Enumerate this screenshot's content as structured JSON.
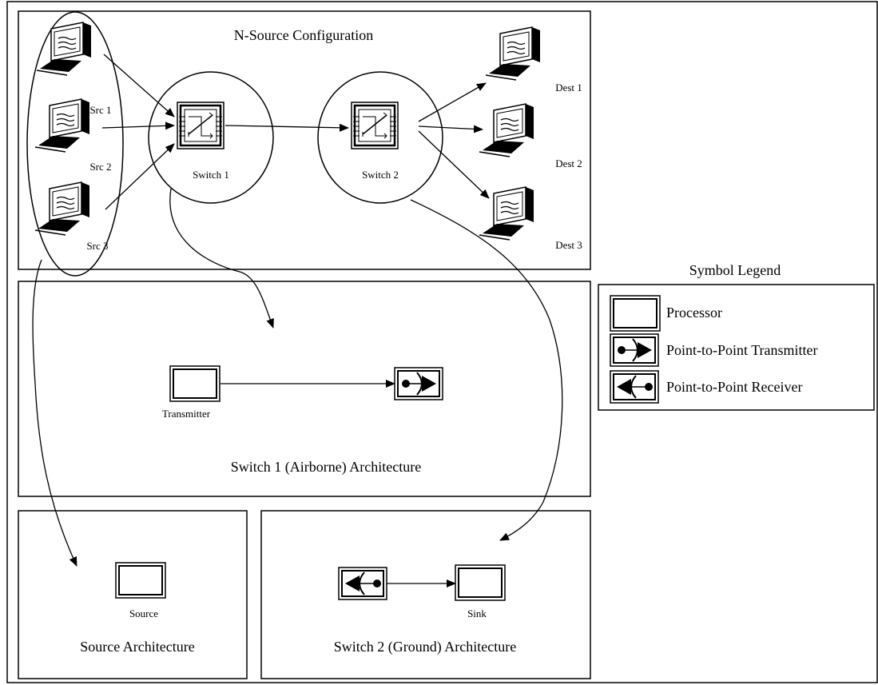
{
  "top_panel": {
    "title": "N-Source Configuration",
    "sources": [
      "Src 1",
      "Src 2",
      "Src 3"
    ],
    "switches": [
      "Switch 1",
      "Switch 2"
    ],
    "destinations": [
      "Dest 1",
      "Dest 2",
      "Dest 3"
    ]
  },
  "switch1_panel": {
    "title": "Switch 1 (Airborne) Architecture",
    "processor_label": "Transmitter"
  },
  "source_panel": {
    "title": "Source Architecture",
    "processor_label": "Source"
  },
  "switch2_panel": {
    "title": "Switch 2 (Ground) Architecture",
    "processor_label": "Sink"
  },
  "legend": {
    "title": "Symbol Legend",
    "items": [
      "Processor",
      "Point-to-Point Transmitter",
      "Point-to-Point Receiver"
    ]
  }
}
